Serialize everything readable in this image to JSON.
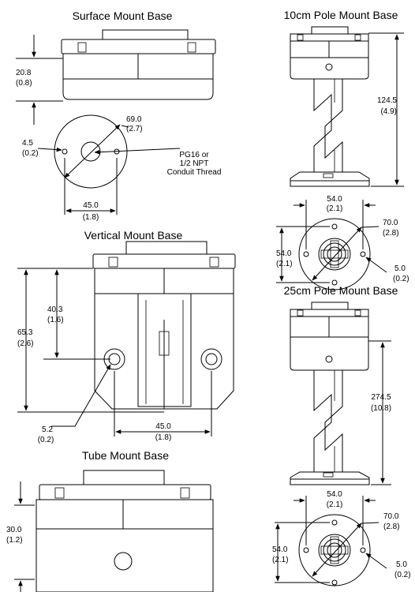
{
  "titles": {
    "surface": "Surface Mount Base",
    "pole10": "10cm Pole Mount Base",
    "vertical": "Vertical Mount Base",
    "pole25": "25cm Pole Mount Base",
    "tube": "Tube Mount Base"
  },
  "surface": {
    "height_mm": "20.8",
    "height_in": "(0.8)",
    "hole_mm": "4.5",
    "hole_in": "(0.2)",
    "dia_mm": "69.0",
    "dia_in": "(2.7)",
    "spacing_mm": "45.0",
    "spacing_in": "(1.8)",
    "thread_line1": "PG16 or",
    "thread_line2": "1/2   NPT",
    "thread_line3": "Conduit Thread"
  },
  "pole10": {
    "height_mm": "124.5",
    "height_in": "(4.9)",
    "width_mm": "54.0",
    "width_in": "(2.1)",
    "depth_mm": "54.0",
    "depth_in": "(2.1)",
    "dia_mm": "70.0",
    "dia_in": "(2.8)",
    "hole_mm": "5.0",
    "hole_in": "(0.2)"
  },
  "vertical": {
    "total_mm": "65.3",
    "total_in": "(2.6)",
    "center_mm": "40.3",
    "center_in": "(1.6)",
    "hole_mm": "5.2",
    "hole_in": "(0.2)",
    "spacing_mm": "45.0",
    "spacing_in": "(1.8)"
  },
  "pole25": {
    "height_mm": "274.5",
    "height_in": "(10.8)",
    "width_mm": "54.0",
    "width_in": "(2.1)",
    "depth_mm": "54.0",
    "depth_in": "(2.1)",
    "dia_mm": "70.0",
    "dia_in": "(2.8)",
    "hole_mm": "5.0",
    "hole_in": "(0.2)"
  },
  "tube": {
    "height_mm": "30.0",
    "height_in": "(1.2)"
  }
}
